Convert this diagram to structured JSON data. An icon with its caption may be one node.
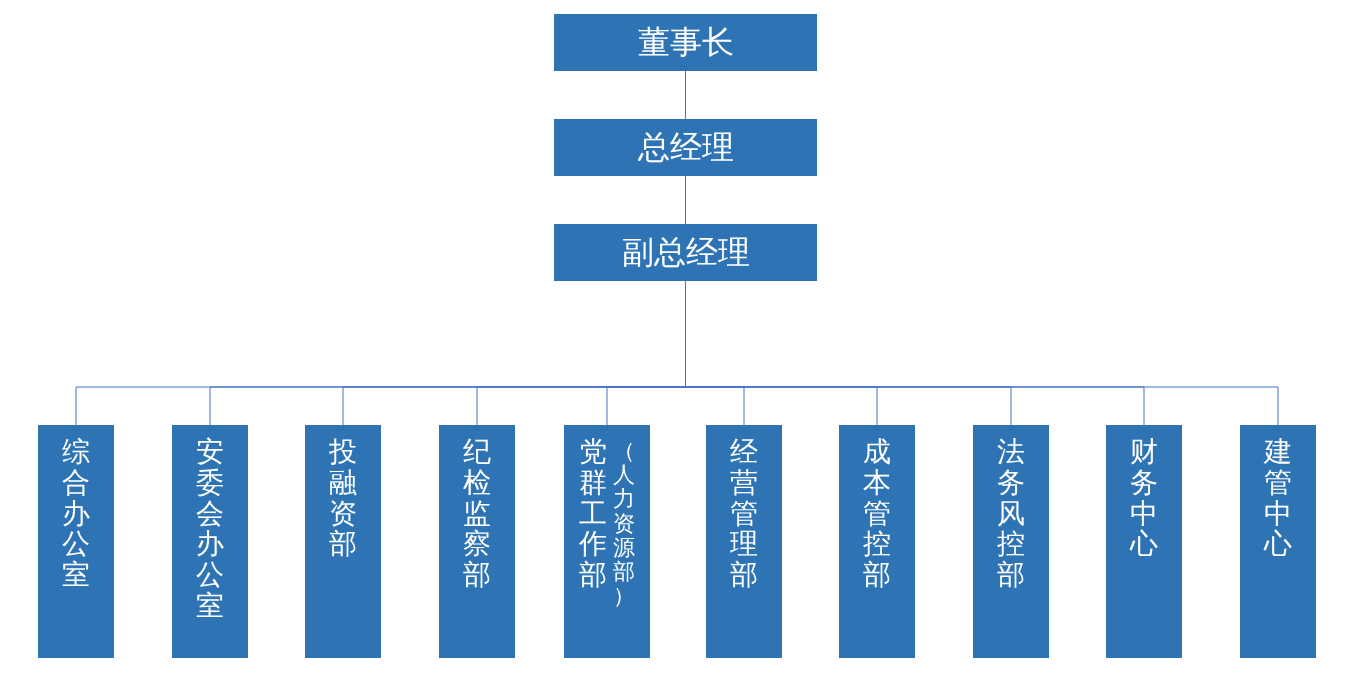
{
  "diagram": {
    "nodes": [
      {
        "text": [
          "董事长"
        ]
      },
      {
        "text": [
          "总经理"
        ]
      },
      {
        "text": [
          "副总经理"
        ]
      },
      {
        "text": [
          "综合办公室"
        ]
      },
      {
        "text": [
          "安委会办公室"
        ]
      },
      {
        "text": [
          "投融资部"
        ]
      },
      {
        "text": [
          "纪检监察部"
        ]
      },
      {
        "text": [
          "党群工作部",
          "（人力资源部）"
        ]
      },
      {
        "text": [
          "经营管理部"
        ]
      },
      {
        "text": [
          "成本管控部"
        ]
      },
      {
        "text": [
          "法务风控部"
        ]
      },
      {
        "text": [
          "财务中心"
        ]
      },
      {
        "text": [
          "建管中心"
        ]
      }
    ],
    "edges": [
      {
        "from": 0,
        "to": 1,
        "arrow": "none"
      },
      {
        "from": 1,
        "to": 2,
        "arrow": "none"
      },
      {
        "from": 2,
        "to": 3,
        "arrow": "none"
      },
      {
        "from": 2,
        "to": 4,
        "arrow": "none"
      },
      {
        "from": 2,
        "to": 5,
        "arrow": "none"
      },
      {
        "from": 2,
        "to": 6,
        "arrow": "none"
      },
      {
        "from": 2,
        "to": 7,
        "arrow": "none"
      },
      {
        "from": 2,
        "to": 8,
        "arrow": "none"
      },
      {
        "from": 2,
        "to": 9,
        "arrow": "none"
      },
      {
        "from": 2,
        "to": 10,
        "arrow": "none"
      },
      {
        "from": 2,
        "to": 11,
        "arrow": "none"
      },
      {
        "from": 2,
        "to": 12,
        "arrow": "none"
      }
    ]
  }
}
